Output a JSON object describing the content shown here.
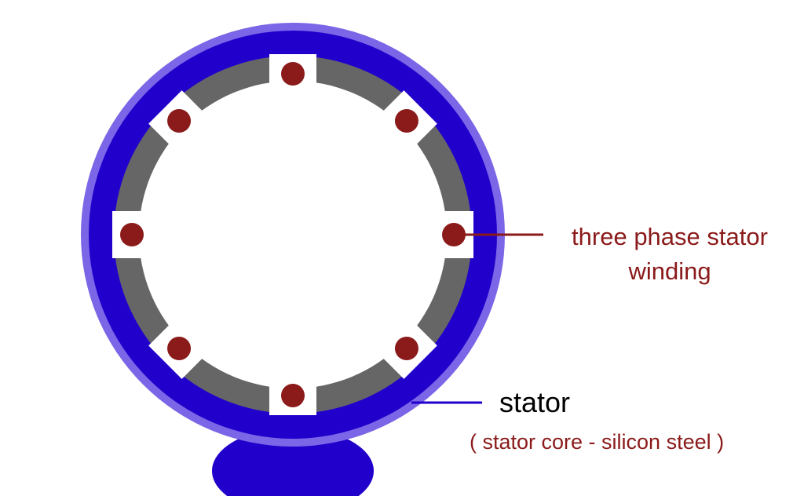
{
  "colors": {
    "frame": "#2200cc",
    "frame_edge": "#7a66e6",
    "core": "#666666",
    "slot": "#ffffff",
    "conductor": "#8b1a1a",
    "label_red": "#8b1a1a",
    "label_black": "#000000",
    "pointer_red": "#8b1a1a",
    "pointer_blue": "#2200cc"
  },
  "icons": {
    "conductor": "conductor-dot-icon"
  },
  "slots": 8,
  "labels": {
    "winding_line1": "three phase stator",
    "winding_line2": "winding",
    "stator": "stator",
    "core_material": "( stator core - silicon steel )"
  }
}
